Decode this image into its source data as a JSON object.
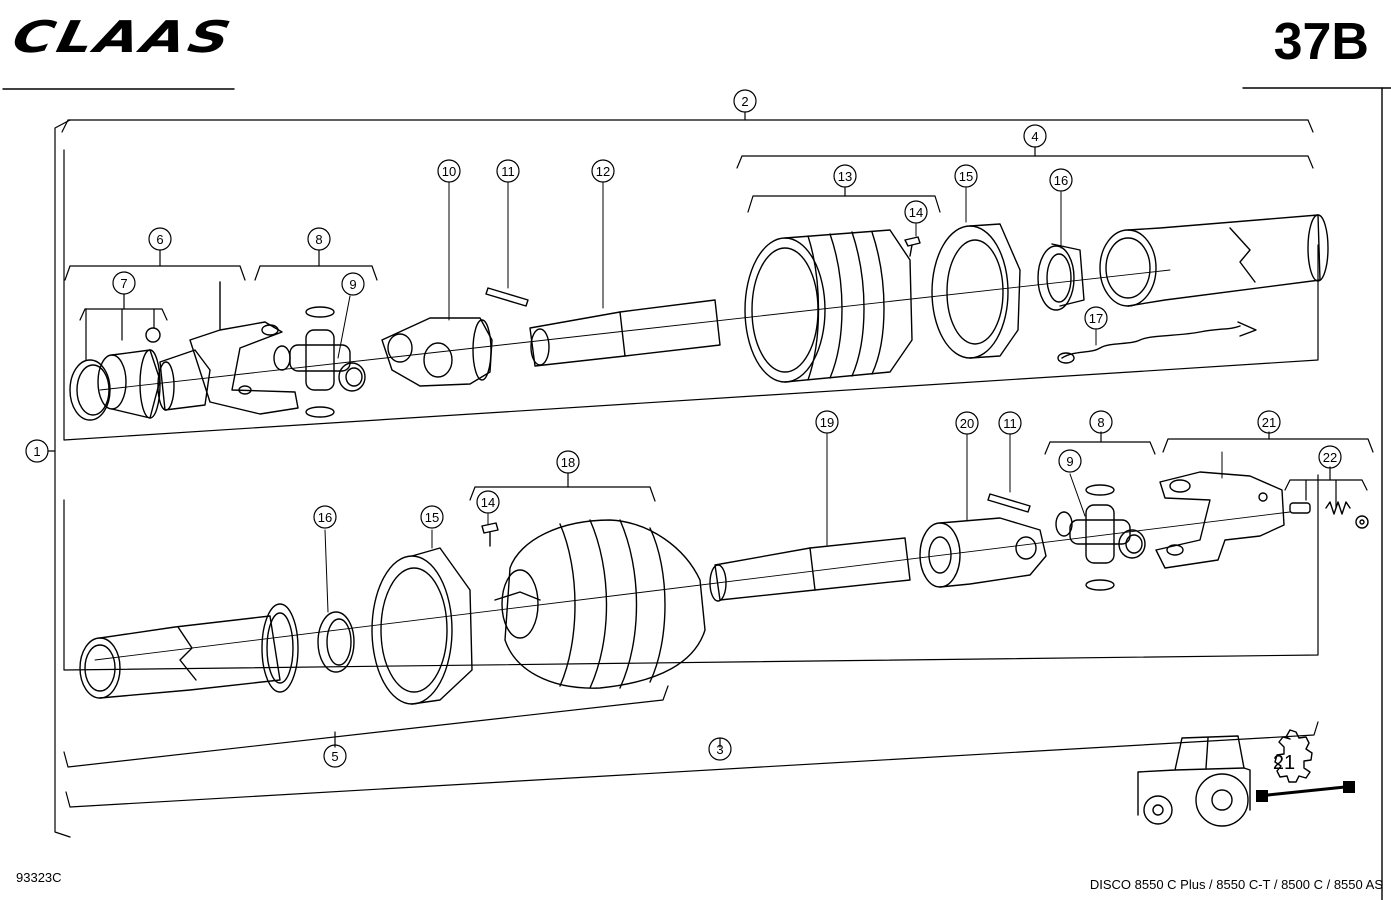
{
  "header": {
    "brand_logo_text": "CLAAS",
    "page_number": "37B"
  },
  "footer": {
    "drawing_number": "93323C",
    "model_caption": "DISCO 8550 C Plus / 8550 C-T / 8500 C / 8550 AS"
  },
  "callouts": {
    "c1": "1",
    "c2": "2",
    "c3": "3",
    "c4": "4",
    "c5": "5",
    "c6": "6",
    "c7": "7",
    "c8_top": "8",
    "c9_top": "9",
    "c10": "10",
    "c11_top": "11",
    "c12": "12",
    "c13": "13",
    "c14_top": "14",
    "c15_top": "15",
    "c16_top": "16",
    "c17": "17",
    "c18": "18",
    "c19": "19",
    "c20": "20",
    "c11_bottom": "11",
    "c8_bottom": "8",
    "c9_bottom": "9",
    "c21": "21",
    "c22": "22",
    "c16_bottom": "16",
    "c15_bottom": "15",
    "c14_bottom": "14"
  },
  "reference_badge": {
    "gear_number": "21"
  },
  "icons": {
    "tractor": "tractor-icon",
    "gear": "gear-icon",
    "shaft": "shaft-icon"
  },
  "colors": {
    "ink": "#000000",
    "paper": "#ffffff"
  }
}
